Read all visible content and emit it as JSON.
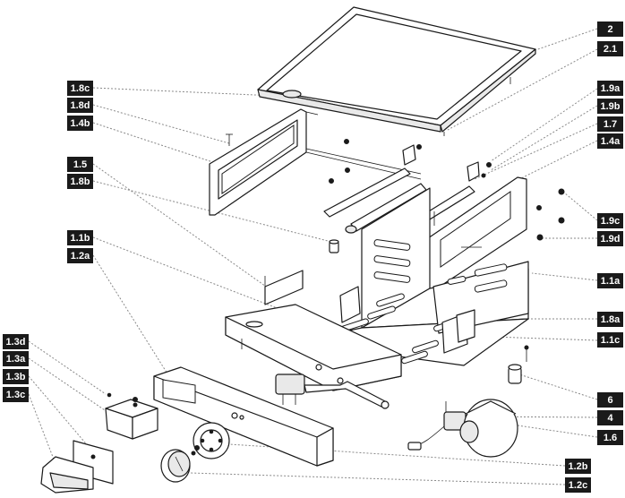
{
  "labels": {
    "L2": "2",
    "L2_1": "2.1",
    "L1_8c": "1.8c",
    "L1_8d": "1.8d",
    "L1_4b": "1.4b",
    "L1_9a": "1.9a",
    "L1_9b": "1.9b",
    "L1_7": "1.7",
    "L1_4a": "1.4a",
    "L1_5": "1.5",
    "L1_8b": "1.8b",
    "L1_9c": "1.9c",
    "L1_9d": "1.9d",
    "L1_1b": "1.1b",
    "L1_2a": "1.2a",
    "L1_1a": "1.1a",
    "L1_8a": "1.8a",
    "L1_1c": "1.1c",
    "L1_3d": "1.3d",
    "L1_3a": "1.3a",
    "L1_3b": "1.3b",
    "L1_3c": "1.3c",
    "L6": "6",
    "L4": "4",
    "L1_6": "1.6",
    "L1_2b": "1.2b",
    "L1_2c": "1.2c"
  }
}
